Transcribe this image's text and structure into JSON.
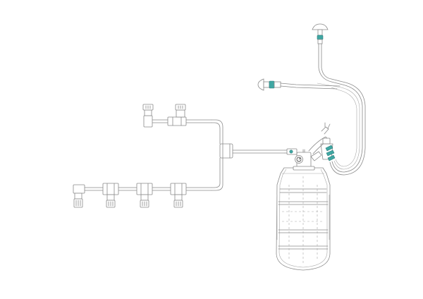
{
  "diagram": {
    "accent_color": "#3fa7a3",
    "line_color": "#8a8a8a",
    "background": "#ffffff",
    "components": {
      "cylinder": "extinguisher-cylinder",
      "valve": "cylinder-valve",
      "gauge": "pressure-gauge-icon",
      "manual_pull": "pull-handle-icon",
      "actuators": [
        "mushroom-actuator-top",
        "mushroom-actuator-left"
      ],
      "nozzles_upper": 2,
      "nozzles_lower": 4
    }
  }
}
